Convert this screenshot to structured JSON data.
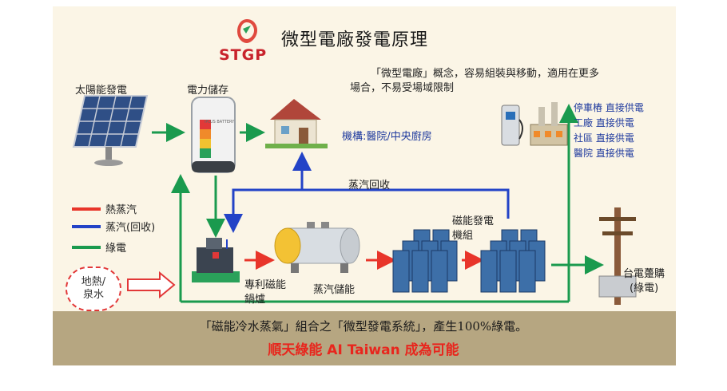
{
  "header": {
    "logo_text": "STGP",
    "title": "微型電廠發電原理",
    "description_line1": "「微型電廠」概念，容易組裝與移動，適用在更多",
    "description_line2": "場合，不易受場域限制"
  },
  "nodes": {
    "solar": "太陽能發電",
    "storage": "電力儲存",
    "house_label": "機構:醫院/中央廚房",
    "steam_return": "蒸汽回收",
    "generator_line1": "磁能發電",
    "generator_line2": "機組",
    "boiler_line1": "專利磁能",
    "boiler_line2": "鍋爐",
    "steam_storage": "蒸汽儲能",
    "grid_line1": "台電躉購",
    "grid_line2": "(綠電)",
    "geo_line1": "地熱/",
    "geo_line2": "泉水",
    "battery_caption": "iPLUS BATTERY"
  },
  "uses": [
    "停車樁 直接供電",
    "工廠 直接供電",
    "社區 直接供電",
    "醫院 直接供電"
  ],
  "legend": [
    {
      "label": "熱蒸汽",
      "color": "#e8352a"
    },
    {
      "label": "蒸汽(回收)",
      "color": "#2343c7"
    },
    {
      "label": "綠電",
      "color": "#1a9a4e"
    }
  ],
  "footer": {
    "line1": "「磁能冷水蒸氣」組合之「微型發電系統」，產生100%綠電。",
    "line2": "順天綠能 AI Taiwan 成為可能"
  },
  "colors": {
    "red": "#e8352a",
    "blue": "#2343c7",
    "green": "#1a9a4e",
    "footer_bg": "#b6a681"
  }
}
